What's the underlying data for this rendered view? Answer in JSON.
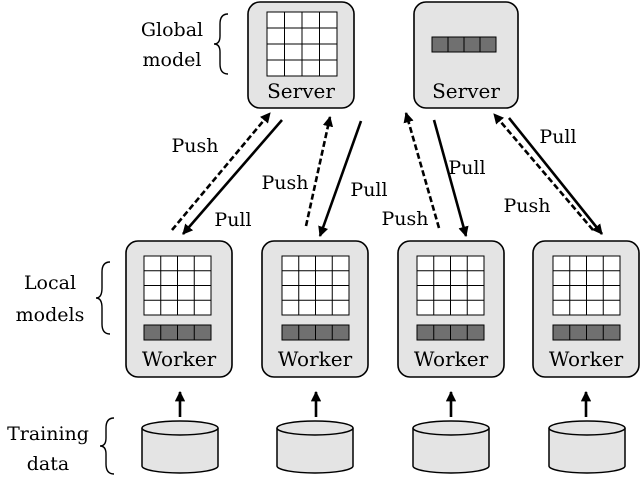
{
  "labels": {
    "global_model_line1": "Global",
    "global_model_line2": "model",
    "local_models_line1": "Local",
    "local_models_line2": "models",
    "training_data_line1": "Training",
    "training_data_line2": "data"
  },
  "servers": [
    {
      "label": "Server",
      "param": "matrix"
    },
    {
      "label": "Server",
      "param": "vector"
    }
  ],
  "workers": [
    {
      "label": "Worker"
    },
    {
      "label": "Worker"
    },
    {
      "label": "Worker"
    },
    {
      "label": "Worker"
    }
  ],
  "arrows": [
    {
      "label": "Push",
      "style": "dashed"
    },
    {
      "label": "Pull",
      "style": "solid"
    },
    {
      "label": "Push",
      "style": "dashed"
    },
    {
      "label": "Pull",
      "style": "solid"
    },
    {
      "label": "Pull",
      "style": "solid"
    },
    {
      "label": "Push",
      "style": "dashed"
    },
    {
      "label": "Pull",
      "style": "solid"
    },
    {
      "label": "Push",
      "style": "dashed"
    }
  ],
  "colors": {
    "box_fill": "#e4e4e4",
    "grid_fill": "#ffffff",
    "vector_fill": "#707070",
    "stroke": "#000000"
  }
}
